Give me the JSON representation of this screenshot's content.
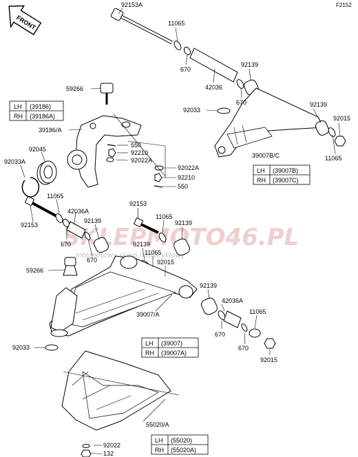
{
  "figure_id": "F2152",
  "front_label": "FRONT",
  "watermark": {
    "main": "SKLEPMOTO46.PL",
    "sub": "internetowy sklep motocyklowy"
  },
  "callouts": {
    "c92153A": "92153A",
    "c11065_top": "11065",
    "c670_top": "670",
    "c42036": "42036",
    "c92139_a": "92139",
    "c670_b": "670",
    "c92139_b": "92139",
    "c92015_top": "92015",
    "c11065_right": "11065",
    "c39007BC": "39007B/C",
    "c92033_top": "92033",
    "c59266_top": "59266",
    "c39186A": "39186/A",
    "c92045": "92045",
    "c92033A": "92033A",
    "c550_a": "550",
    "c92210_a": "92210",
    "c92022A_a": "92022A",
    "c92022A_b": "92022A",
    "c92210_b": "92210",
    "c550_b": "550",
    "c11065_left": "11065",
    "c92153_left": "92153",
    "c42036A_left": "42036A",
    "c670_left": "670",
    "c92139_l1": "92139",
    "c670_l2": "670",
    "c92153_mid": "92153",
    "c11065_mid": "11065",
    "c92139_mid": "92139",
    "c92139_mid2": "92139",
    "c11065_mid2": "11065",
    "c92015_mid": "92015",
    "c59266_bottom": "59266",
    "c92139_right": "92139",
    "c42036A_right": "42036A",
    "c11065_right2": "11065",
    "c670_right": "670",
    "c670_right2": "670",
    "c92015_right": "92015",
    "c39007A": "39007/A",
    "c92033_bottom": "92033",
    "c55020A": "55020/A",
    "c92022": "92022",
    "c132": "132"
  },
  "tables": [
    {
      "rows": [
        {
          "side": "LH",
          "part": "(39186)"
        },
        {
          "side": "RH",
          "part": "(39186A)"
        }
      ]
    },
    {
      "rows": [
        {
          "side": "LH",
          "part": "(39007B)"
        },
        {
          "side": "RH",
          "part": "(39007C)"
        }
      ]
    },
    {
      "rows": [
        {
          "side": "LH",
          "part": "(39007)"
        },
        {
          "side": "RH",
          "part": "(39007A)"
        }
      ]
    },
    {
      "rows": [
        {
          "side": "LH",
          "part": "(55020)"
        },
        {
          "side": "RH",
          "part": "(55020A)"
        }
      ]
    }
  ]
}
